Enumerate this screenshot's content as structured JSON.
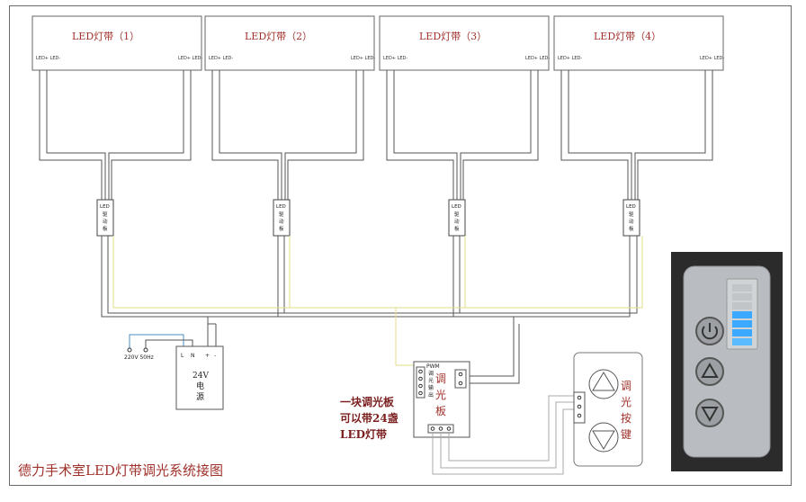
{
  "led_strips": [
    {
      "label": "LED灯带（1）",
      "left_terminal": "LED+ LED-",
      "right_terminal": "LED+ LED-"
    },
    {
      "label": "LED灯带（2）",
      "left_terminal": "LED+ LED-",
      "right_terminal": "LED+ LED-"
    },
    {
      "label": "LED灯带（3）",
      "left_terminal": "LED+ LED-",
      "right_terminal": "LED+ LED-"
    },
    {
      "label": "LED灯带（4）",
      "left_terminal": "LED+ LED-",
      "right_terminal": "LED+ LED-"
    }
  ],
  "drivers": [
    {
      "lines": [
        "LED",
        "驱",
        "动",
        "板"
      ]
    },
    {
      "lines": [
        "LED",
        "驱",
        "动",
        "板"
      ]
    },
    {
      "lines": [
        "LED",
        "驱",
        "动",
        "板"
      ]
    },
    {
      "lines": [
        "LED",
        "驱",
        "动",
        "板"
      ]
    }
  ],
  "mains": {
    "label": "220V 50Hz"
  },
  "power_supply": {
    "terminals": [
      "L",
      "N",
      "+",
      "-"
    ],
    "lines": [
      "24V",
      "电",
      "源"
    ]
  },
  "dimmer_board": {
    "pwm_label": "PWM",
    "side_text": [
      "调",
      "光",
      "输",
      "出"
    ],
    "main_text": [
      "调",
      "光",
      "板"
    ]
  },
  "dimmer_note": [
    "一块调光板",
    "可以带24盏",
    "LED灯带"
  ],
  "button_panel": {
    "text": [
      "调",
      "光",
      "按",
      "键"
    ]
  },
  "title": "德力手术室LED灯带调光系统接图",
  "colors": {
    "wire": "#555555",
    "signal_wire": "#e3dd8a",
    "mains_wire": "#4a8fc4",
    "label_red": "#a0322c",
    "panel_body": "#b9bcc0",
    "indicator_blue": "#3aa9ff"
  }
}
